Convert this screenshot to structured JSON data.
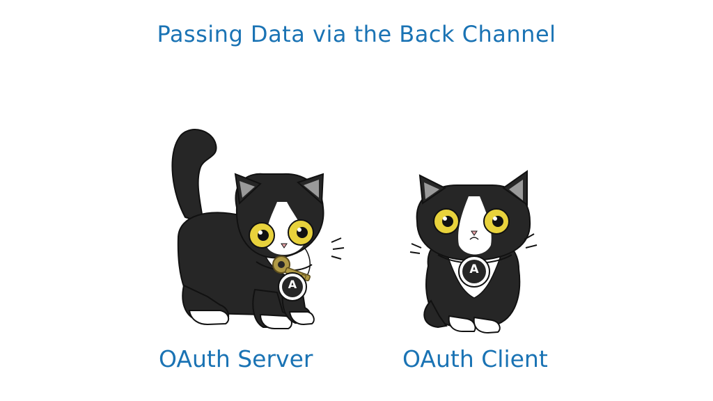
{
  "slide": {
    "title": "Passing Data via the Back Channel",
    "server_label": "OAuth Server",
    "client_label": "OAuth Client"
  },
  "badge_letter": "A",
  "colors": {
    "title_text": "#1a73b4",
    "cat_fur": "#262626",
    "cat_white": "#ffffff",
    "eye_yellow": "#e8d23c",
    "key_gold": "#b09a45",
    "ear_inner": "#9a9a9a"
  },
  "icons": [
    "cat-with-key-illustration",
    "cat-with-badge-illustration",
    "key-icon",
    "badge-icon"
  ]
}
